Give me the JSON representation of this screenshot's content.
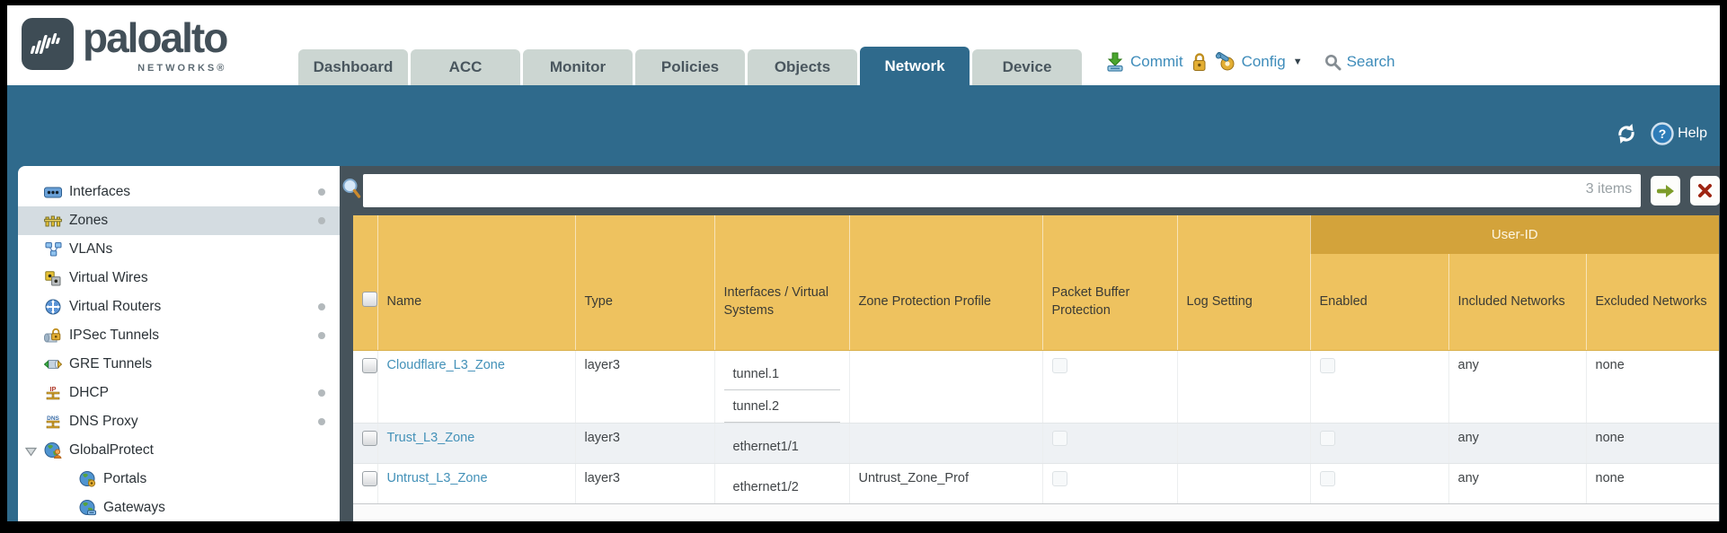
{
  "brand": {
    "logo_text": "paloalto",
    "tagline": "NETWORKS®"
  },
  "tabs": [
    {
      "label": "Dashboard",
      "active": false
    },
    {
      "label": "ACC",
      "active": false
    },
    {
      "label": "Monitor",
      "active": false
    },
    {
      "label": "Policies",
      "active": false
    },
    {
      "label": "Objects",
      "active": false
    },
    {
      "label": "Network",
      "active": true
    },
    {
      "label": "Device",
      "active": false
    }
  ],
  "header_actions": {
    "commit": "Commit",
    "config": "Config",
    "search": "Search",
    "caret_glyph": "▼"
  },
  "title_band": {
    "help": "Help",
    "help_glyph": "?"
  },
  "filter_bar": {
    "value": "",
    "items_count": "3 items"
  },
  "sidebar": {
    "items": [
      {
        "label": "Interfaces",
        "dot": true
      },
      {
        "label": "Zones",
        "dot": true,
        "selected": true
      },
      {
        "label": "VLANs"
      },
      {
        "label": "Virtual Wires"
      },
      {
        "label": "Virtual Routers",
        "dot": true
      },
      {
        "label": "IPSec Tunnels",
        "dot": true
      },
      {
        "label": "GRE Tunnels"
      },
      {
        "label": "DHCP",
        "dot": true,
        "badge": "IP"
      },
      {
        "label": "DNS Proxy",
        "dot": true,
        "badge": "DNS"
      },
      {
        "label": "GlobalProtect",
        "expandable": true
      },
      {
        "label": "Portals",
        "child": true
      },
      {
        "label": "Gateways",
        "child": true
      }
    ]
  },
  "table": {
    "group_header": "User-ID",
    "columns": [
      "Name",
      "Type",
      "Interfaces / Virtual Systems",
      "Zone Protection Profile",
      "Packet Buffer Protection",
      "Log Setting",
      "Enabled",
      "Included Networks",
      "Excluded Networks"
    ],
    "rows": [
      {
        "name": "Cloudflare_L3_Zone",
        "type": "layer3",
        "interfaces": [
          "tunnel.1",
          "tunnel.2"
        ],
        "zone_protection_profile": "",
        "log_setting": "",
        "included_networks": "any",
        "excluded_networks": "none"
      },
      {
        "name": "Trust_L3_Zone",
        "type": "layer3",
        "interfaces": [
          "ethernet1/1"
        ],
        "zone_protection_profile": "",
        "log_setting": "",
        "included_networks": "any",
        "excluded_networks": "none"
      },
      {
        "name": "Untrust_L3_Zone",
        "type": "layer3",
        "interfaces": [
          "ethernet1/2"
        ],
        "zone_protection_profile": "Untrust_Zone_Prof",
        "log_setting": "",
        "included_networks": "any",
        "excluded_networks": "none"
      }
    ]
  },
  "colors": {
    "accent_teal": "#2f6a8c",
    "header_gold": "#eec25f",
    "userid_band_gold": "#d3a33b",
    "link_blue": "#4391b8",
    "filter_bar_gray": "#46535b"
  }
}
